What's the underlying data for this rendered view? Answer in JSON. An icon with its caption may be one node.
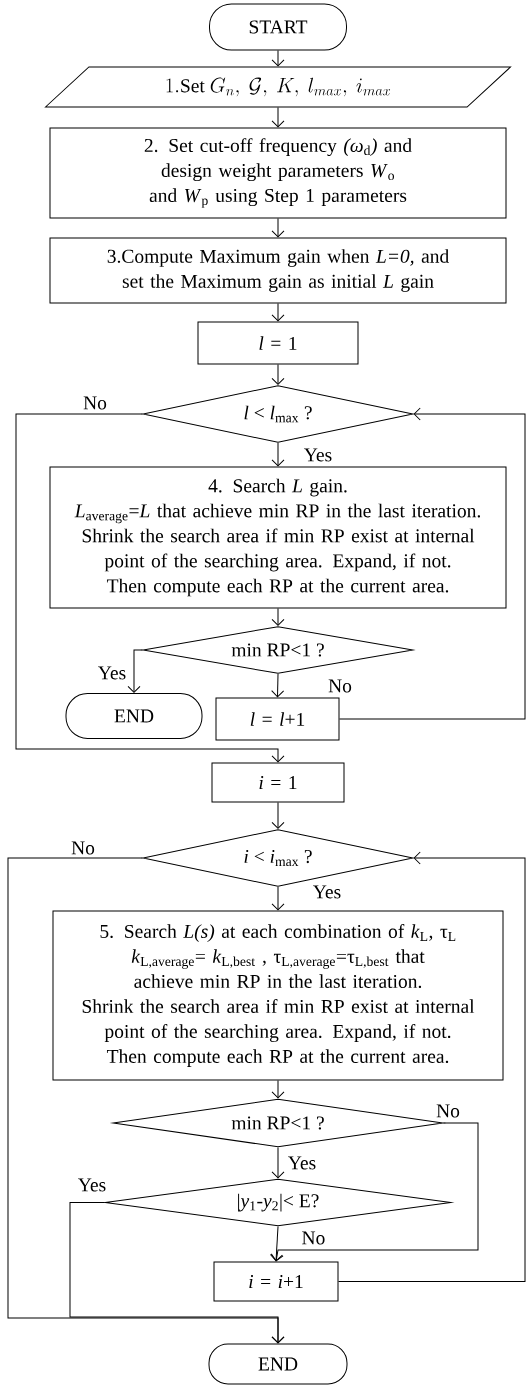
{
  "diagram": {
    "nodes": [
      {
        "text": [
          "START"
        ]
      },
      {
        "text": [
          "1.\\mathrm{Set}\\ G_n,\\ \\mathcal{G},\\ K,\\ l_{max},\\ i_{max}"
        ]
      },
      {
        "text": [
          "2. Set cut-off frequency *(ω*$_{d}$*)* and design weight parameters *W*$_{o}$ and *W*$_{p}$ using Step 1 parameters"
        ]
      },
      {
        "text": [
          "3.Compute Maximum gain when *L=0,* and set the Maximum gain as initial *L* gain"
        ]
      },
      {
        "text": [
          "*l* = 1"
        ]
      },
      {
        "text": [
          "*l* <  *l*$_{max}$ ?"
        ]
      },
      {
        "text": [
          "4.  Search *L* gain.",
          "*L*$_{average}$=*L* that achieve min RP in the last iteration.",
          "Shrink the search area if  min RP exist at internal point of the searching area. Expand, if not. Then compute each RP at the current area."
        ]
      },
      {
        "text": [
          "min RP<1 ?"
        ]
      },
      {
        "text": [
          "END"
        ]
      },
      {
        "text": [
          "*l* = *l*+1"
        ]
      },
      {
        "text": [
          "*i* = 1"
        ]
      },
      {
        "text": [
          "*i* < *i*$_{max}$  ?"
        ]
      },
      {
        "text": [
          "5. Search *L(s)* at each combination of *k*$_{L}$, τ$_{L}$",
          "*k*$_{L,average}$= *k*$_{L,best}$ , τ$_{L,average}$=τ$_{L,best}$ that achieve min RP in the last iteration.",
          "Shrink the search area if  min RP exist at internal point of the searching area. Expand, if not. Then compute each RP at the current area."
        ]
      },
      {
        "text": [
          "min RP<1 ?"
        ]
      },
      {
        "text": [
          "|*y*$_{1}$-*y*$_{2}$|< E?"
        ]
      },
      {
        "text": [
          "*i* = *i*+1"
        ]
      },
      {
        "text": [
          "END"
        ]
      }
    ],
    "edges": [
      {
        "from": 0,
        "to": 1,
        "arrow": "to"
      },
      {
        "from": 1,
        "to": 2,
        "arrow": "to"
      },
      {
        "from": 2,
        "to": 3,
        "arrow": "to"
      },
      {
        "from": 3,
        "to": 4,
        "arrow": "to"
      },
      {
        "from": 4,
        "to": 5,
        "arrow": "to"
      },
      {
        "from": 5,
        "to": 6,
        "arrow": "to",
        "label": "Yes"
      },
      {
        "from": 5,
        "to": 10,
        "arrow": "to",
        "label": "No"
      },
      {
        "from": 6,
        "to": 7,
        "arrow": "to"
      },
      {
        "from": 7,
        "to": 8,
        "arrow": "to",
        "label": "Yes"
      },
      {
        "from": 7,
        "to": 9,
        "arrow": "to",
        "label": "No"
      },
      {
        "from": 9,
        "to": 5,
        "arrow": "to"
      },
      {
        "from": 10,
        "to": 11,
        "arrow": "to"
      },
      {
        "from": 11,
        "to": 12,
        "arrow": "to",
        "label": "Yes"
      },
      {
        "from": 11,
        "to": 16,
        "arrow": "to",
        "label": "No"
      },
      {
        "from": 12,
        "to": 13,
        "arrow": "to"
      },
      {
        "from": 13,
        "to": 14,
        "arrow": "to",
        "label": "Yes"
      },
      {
        "from": 13,
        "to": 15,
        "arrow": "to",
        "label": "No"
      },
      {
        "from": 14,
        "to": 15,
        "arrow": "to",
        "label": "No"
      },
      {
        "from": 14,
        "to": 16,
        "arrow": "to",
        "label": "Yes"
      },
      {
        "from": 15,
        "to": 11,
        "arrow": "to"
      }
    ]
  }
}
